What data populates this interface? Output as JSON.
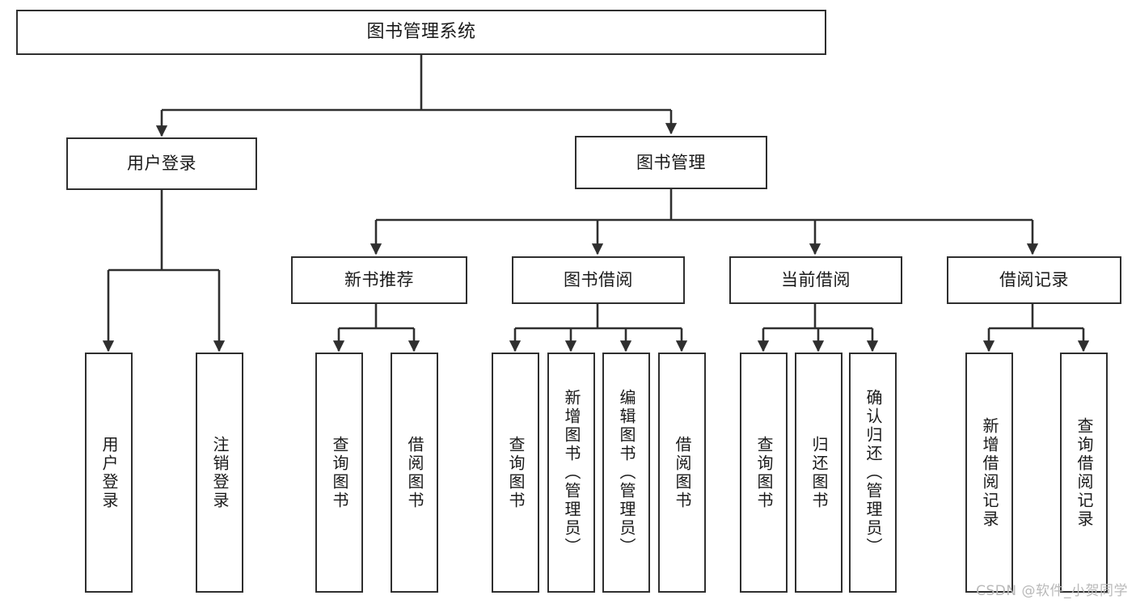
{
  "diagram": {
    "title": "图书管理系统",
    "type": "tree-hierarchy",
    "levels": 4,
    "root": {
      "label": "图书管理系统"
    },
    "level2": [
      {
        "label": "用户登录"
      },
      {
        "label": "图书管理"
      }
    ],
    "level3": [
      {
        "label": "新书推荐"
      },
      {
        "label": "图书借阅"
      },
      {
        "label": "当前借阅"
      },
      {
        "label": "借阅记录"
      }
    ],
    "leaves": {
      "user_login": [
        {
          "label": "用户登录"
        },
        {
          "label": "注销登录"
        }
      ],
      "new_book_recommend": [
        {
          "label": "查询图书"
        },
        {
          "label": "借阅图书"
        }
      ],
      "book_borrow": [
        {
          "label": "查询图书"
        },
        {
          "label": "新增图书（管理员）"
        },
        {
          "label": "编辑图书（管理员）"
        },
        {
          "label": "借阅图书"
        }
      ],
      "current_borrow": [
        {
          "label": "查询图书"
        },
        {
          "label": "归还图书"
        },
        {
          "label": "确认归还（管理员）"
        }
      ],
      "borrow_record": [
        {
          "label": "新增借阅记录"
        },
        {
          "label": "查询借阅记录"
        }
      ]
    }
  },
  "watermark": {
    "text": "CSDN @软件_小贺同学"
  },
  "colors": {
    "stroke": "#2f2f2f",
    "background": "#ffffff",
    "text": "#1a1a1a",
    "watermark": "#b9b9b9"
  }
}
